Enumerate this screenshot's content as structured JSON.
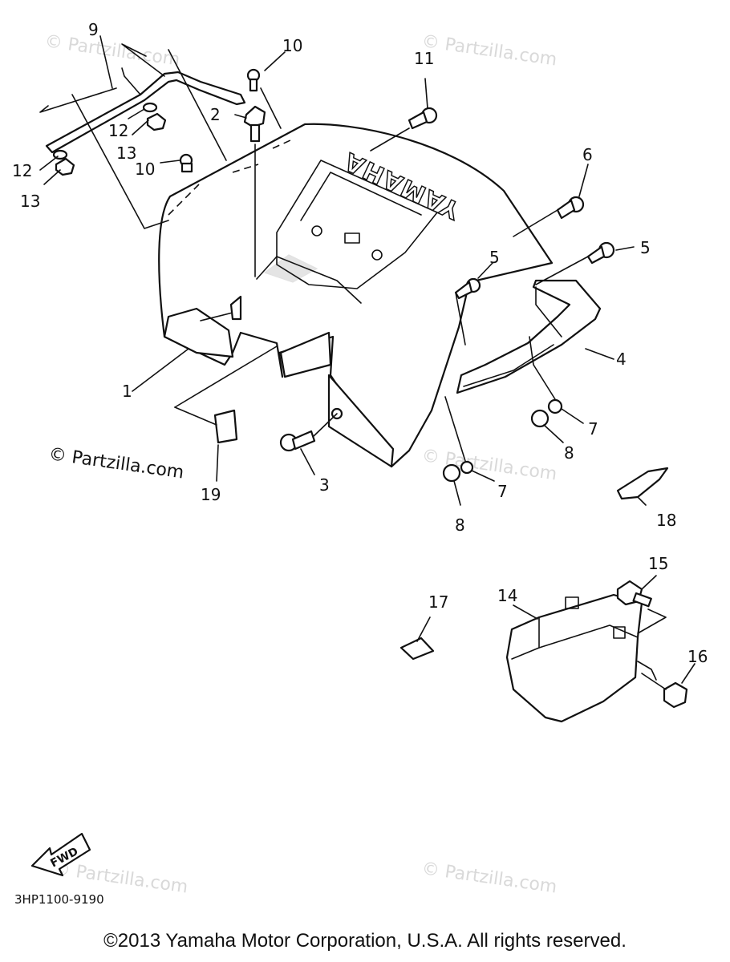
{
  "watermarks": {
    "faint": "© Partzilla.com",
    "dark": "© Partzilla.com"
  },
  "fender": {
    "brand_text": "YAMAHA"
  },
  "callouts": {
    "c1": "1",
    "c2": "2",
    "c3": "3",
    "c4": "4",
    "c5a": "5",
    "c5b": "5",
    "c6": "6",
    "c7a": "7",
    "c7b": "7",
    "c8a": "8",
    "c8b": "8",
    "c9": "9",
    "c10a": "10",
    "c10b": "10",
    "c11": "11",
    "c12a": "12",
    "c12b": "12",
    "c13a": "13",
    "c13b": "13",
    "c14": "14",
    "c15": "15",
    "c16": "16",
    "c17": "17",
    "c18": "18",
    "c19": "19"
  },
  "fwd_label": "FWD",
  "diagram_code": "3HP1100-9190",
  "copyright": "©2013  Yamaha Motor Corporation, U.S.A. All rights reserved."
}
